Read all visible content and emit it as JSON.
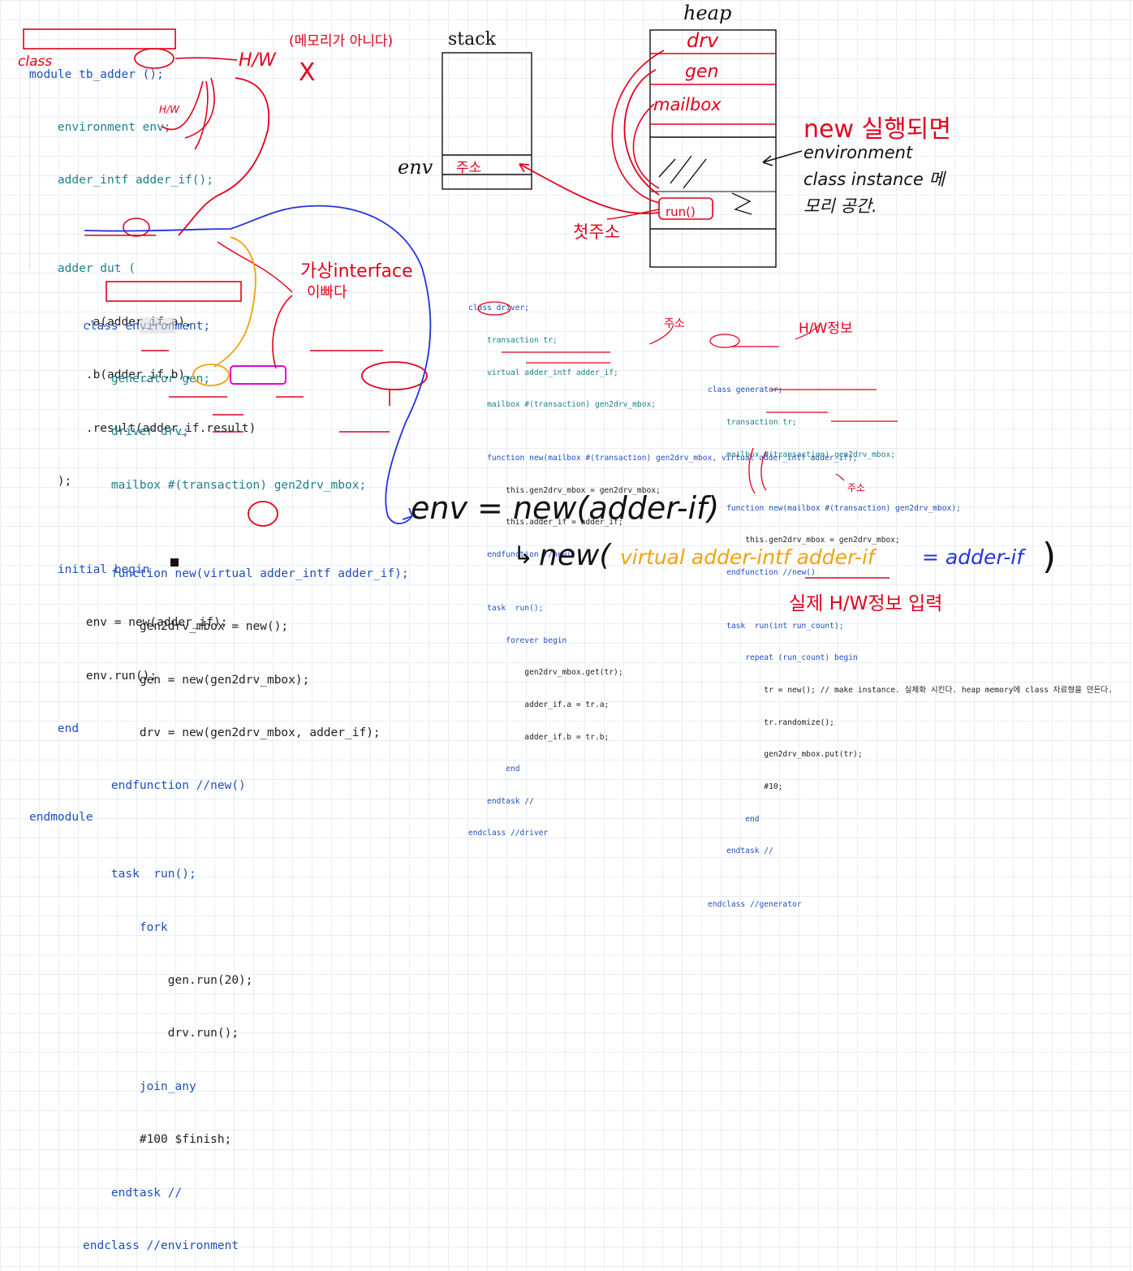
{
  "module_code": {
    "lines": [
      "module tb_adder ();",
      "    environment env;",
      "    adder_intf adder_if();",
      "",
      "    adder dut (",
      "        .a(adder_if.a),",
      "        .b(adder_if.b),",
      "        .result(adder_if.result)",
      "    );",
      "",
      "    initial begin",
      "        env = new(adder_if);",
      "        env.run();",
      "    end",
      "",
      "endmodule"
    ]
  },
  "env_class_code": {
    "lines": [
      "class environment;",
      "    generator gen;",
      "    driver drv;",
      "    mailbox #(transaction) gen2drv_mbox;",
      "",
      "    function new(virtual adder_intf adder_if);",
      "        gen2drv_mbox = new();",
      "        gen = new(gen2drv_mbox);",
      "        drv = new(gen2drv_mbox, adder_if);",
      "    endfunction //new()",
      "",
      "    task  run();",
      "        fork",
      "            gen.run(20);",
      "            drv.run();",
      "        join_any",
      "        #100 $finish;",
      "    endtask //",
      "endclass //environment"
    ]
  },
  "driver_code": {
    "lines": [
      "class driver;",
      "    transaction tr;",
      "    virtual adder_intf adder_if;",
      "    mailbox #(transaction) gen2drv_mbox;",
      "",
      "    function new(mailbox #(transaction) gen2drv_mbox, virtual adder_intf adder_if);",
      "        this.gen2drv_mbox = gen2drv_mbox;",
      "        this.adder_if = adder_if;",
      "    endfunction //new()",
      "",
      "    task  run();",
      "        forever begin",
      "            gen2drv_mbox.get(tr);",
      "            adder_if.a = tr.a;",
      "            adder_if.b = tr.b;",
      "        end",
      "    endtask //",
      "endclass //driver"
    ]
  },
  "generator_code": {
    "lines": [
      "class generator;",
      "    transaction tr;",
      "    mailbox #(transaction) gen2drv_mbox;",
      "",
      "    function new(mailbox #(transaction) gen2drv_mbox);",
      "        this.gen2drv_mbox = gen2drv_mbox;",
      "    endfunction //new()",
      "",
      "    task  run(int run_count);",
      "        repeat (run_count) begin",
      "            tr = new(); // make instance. 실체화 시킨다. heap memory에 class 자료형을 만든다.",
      "            tr.randomize();",
      "            gen2drv_mbox.put(tr);",
      "            #10;",
      "        end",
      "    endtask //",
      "",
      "endclass //generator"
    ]
  },
  "memory": {
    "stack_label": "stack",
    "heap_label": "heap",
    "env_label": "env",
    "env_slot": "주소",
    "heap_cells": [
      "drv",
      "gen",
      "mailbox",
      "run()"
    ]
  },
  "annotations": {
    "class_note": "class",
    "hw_note": "H/W",
    "not_memory_note": "(메모리가 아니다)",
    "x_mark": "X",
    "hw_small": "H/W",
    "virtual_interface_note": "가상interface",
    "means_note": "이빠다",
    "new_run_note": "new 실행되면",
    "env_instance_note": "environment class instance 메모리 공간.",
    "first_addr_note": "첫주소",
    "addr_small": "주소",
    "hw_info_note": "H/W정보",
    "addr_gen_note": "주소",
    "equation1": "env = new(adder-if)",
    "equation2_prefix": "new(",
    "equation2_virtual": "virtual adder-intf adder-if",
    "equation2_eq": "= adder-if",
    "equation2_suffix": ")",
    "hw_input_note": "실제 H/W정보 입력"
  },
  "colors": {
    "red": "#e3001b",
    "blue": "#2233dd",
    "orange": "#f2a20c",
    "magenta": "#e400d8",
    "keyword": "#1f4fc0"
  }
}
